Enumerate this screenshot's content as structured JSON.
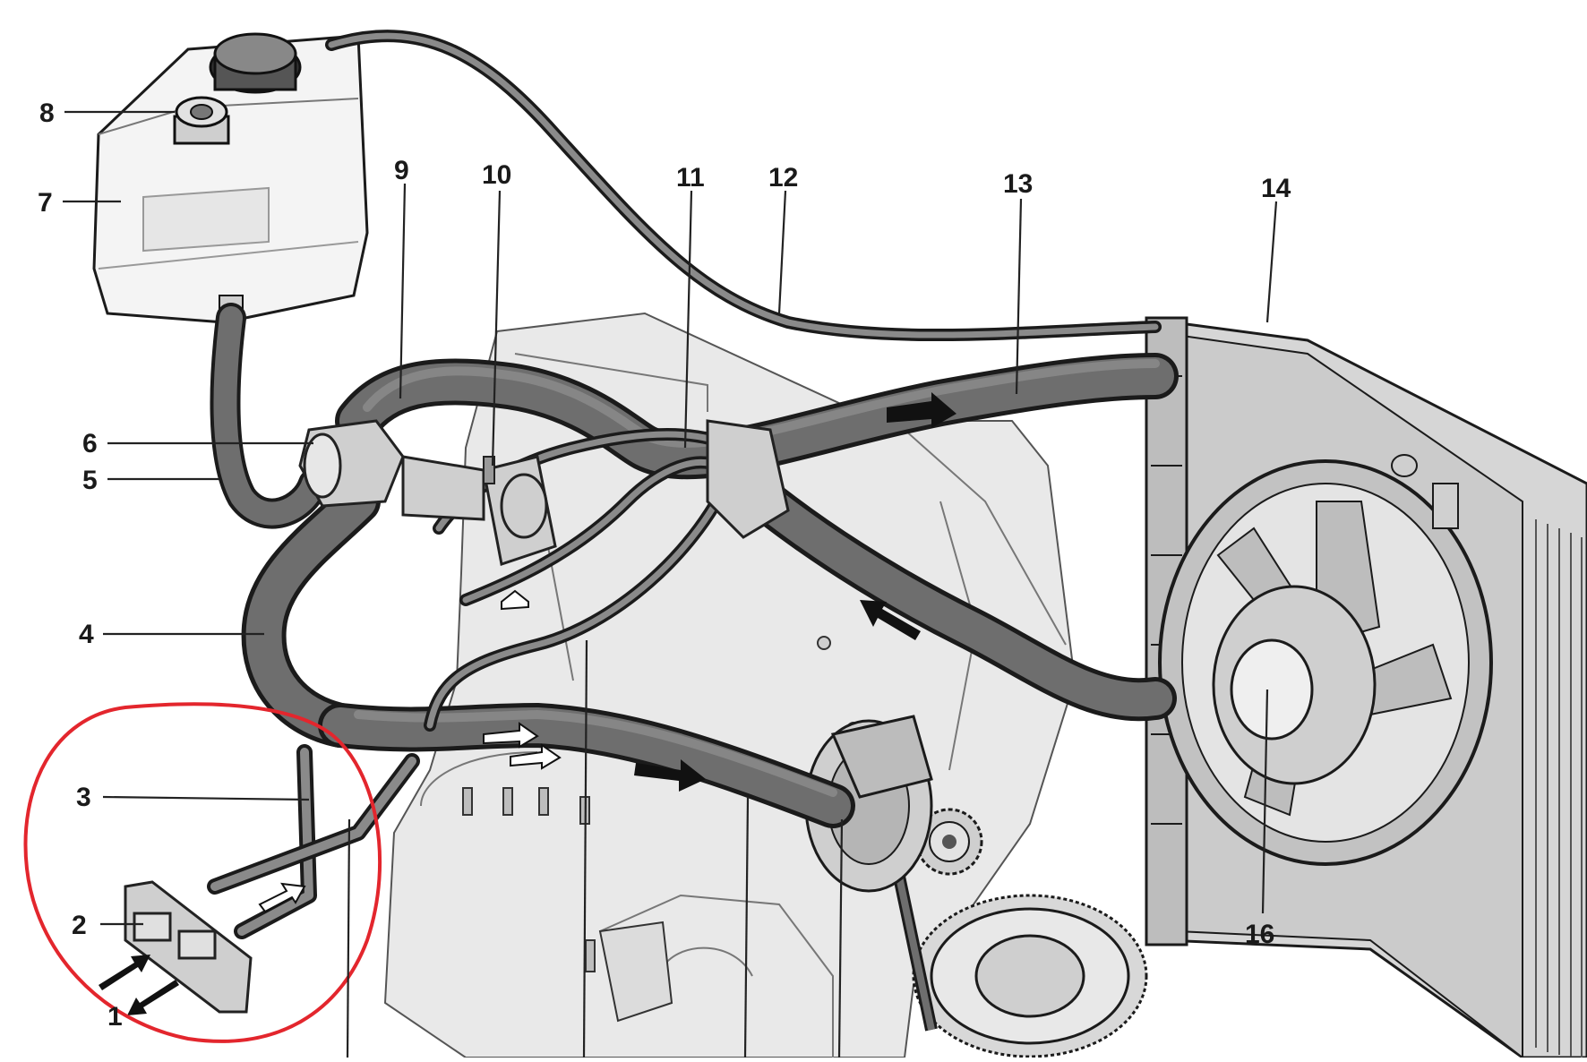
{
  "callouts": [
    {
      "id": "1",
      "text": "1"
    },
    {
      "id": "2",
      "text": "2"
    },
    {
      "id": "3",
      "text": "3"
    },
    {
      "id": "4",
      "text": "4"
    },
    {
      "id": "5",
      "text": "5"
    },
    {
      "id": "6",
      "text": "6"
    },
    {
      "id": "7",
      "text": "7"
    },
    {
      "id": "8",
      "text": "8"
    },
    {
      "id": "9",
      "text": "9"
    },
    {
      "id": "10",
      "text": "10"
    },
    {
      "id": "11",
      "text": "11"
    },
    {
      "id": "12",
      "text": "12"
    },
    {
      "id": "13",
      "text": "13"
    },
    {
      "id": "14",
      "text": "14"
    },
    {
      "id": "16",
      "text": "16"
    }
  ],
  "highlight": {
    "color": "#e3262d"
  },
  "colors": {
    "line": "#1b1b1b",
    "hose": "#6e6e6e",
    "engine": "#e9e9e9",
    "tank": "#f4f4f4"
  }
}
